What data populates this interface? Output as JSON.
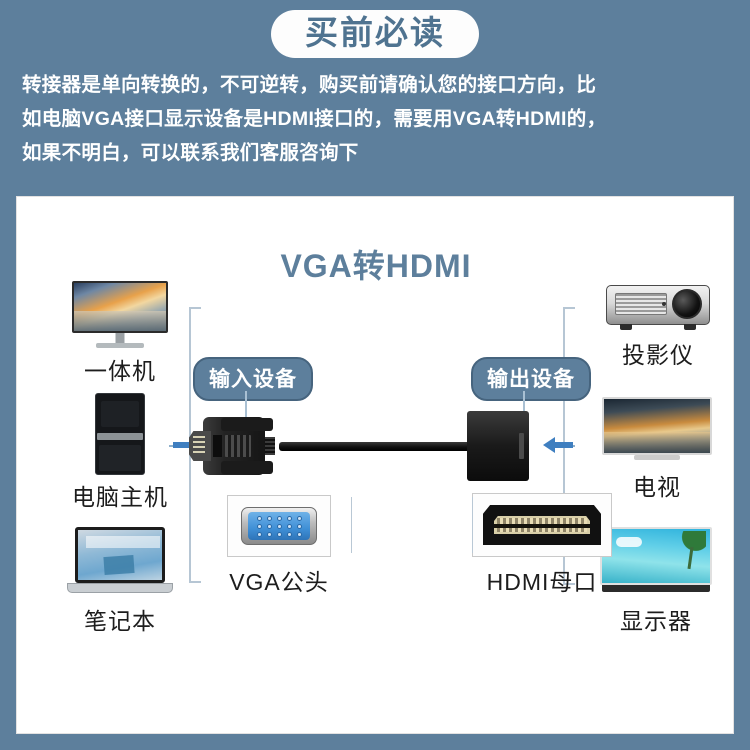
{
  "header": {
    "badge_label": "买前必读",
    "lines": [
      "转接器是单向转换的，不可逆转，购买前请确认您的接口方向，比",
      "如电脑VGA接口显示设备是HDMI接口的，需要用VGA转HDMI的，",
      "如果不明白，可以联系我们客服咨询下"
    ]
  },
  "diagram": {
    "title": "VGA转HDMI",
    "input_callout": "输入设备",
    "output_callout": "输出设备",
    "input_devices": [
      {
        "name": "一体机",
        "icon": "all-in-one-pc-icon"
      },
      {
        "name": "电脑主机",
        "icon": "desktop-tower-icon"
      },
      {
        "name": "笔记本",
        "icon": "laptop-icon"
      }
    ],
    "output_devices": [
      {
        "name": "投影仪",
        "icon": "projector-icon"
      },
      {
        "name": "电视",
        "icon": "tv-icon"
      },
      {
        "name": "显示器",
        "icon": "monitor-icon"
      }
    ],
    "connectors": [
      {
        "name": "VGA公头",
        "icon": "vga-male-connector-icon"
      },
      {
        "name": "HDMI母口",
        "icon": "hdmi-female-port-icon"
      }
    ],
    "adapter_icon": "vga-to-hdmi-adapter-cable-icon",
    "flow_direction": "left-to-right"
  },
  "colors": {
    "header_bg": "#5d7f9c",
    "panel_bg": "#ffffff",
    "title_text": "#5d7f9c",
    "callout_bg": "#5d7f9c",
    "arrow": "#3f7fc0",
    "bracket": "#b6c6d4"
  }
}
